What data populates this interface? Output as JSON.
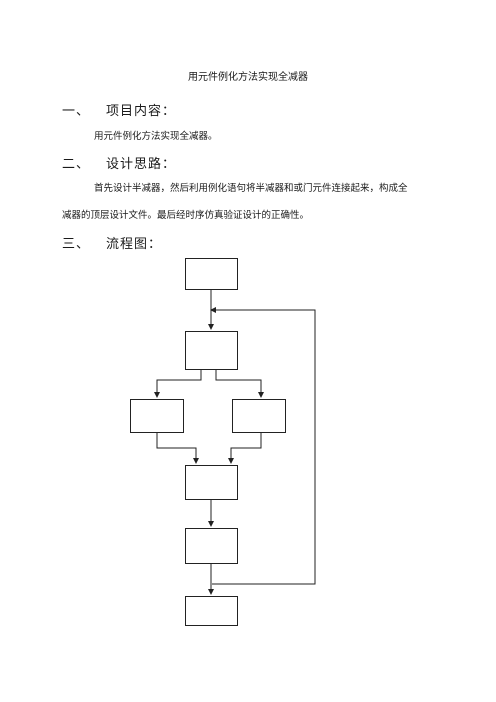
{
  "document": {
    "title": "用元件例化方法实现全减器",
    "sections": [
      {
        "number": "一、",
        "heading": "项目内容：",
        "paragraphs": [
          "用元件例化方法实现全减器。"
        ]
      },
      {
        "number": "二、",
        "heading": "设计思路：",
        "paragraphs": [
          "首先设计半减器，然后利用例化语句将半减器和或门元件连接起来，构成全",
          "减器的顶层设计文件。最后经时序仿真验证设计的正确性。"
        ]
      },
      {
        "number": "三、",
        "heading": "流程图："
      }
    ]
  },
  "flowchart": {
    "boxes": {
      "start": "",
      "b2_line1": "",
      "b2_line2": "",
      "left": "",
      "right": "",
      "b4_line1": "",
      "b4_line2": "",
      "b5_line1": "",
      "b5_line2": "",
      "end": ""
    },
    "labels": {
      "loop": "",
      "between": "",
      "bottom": ""
    }
  }
}
